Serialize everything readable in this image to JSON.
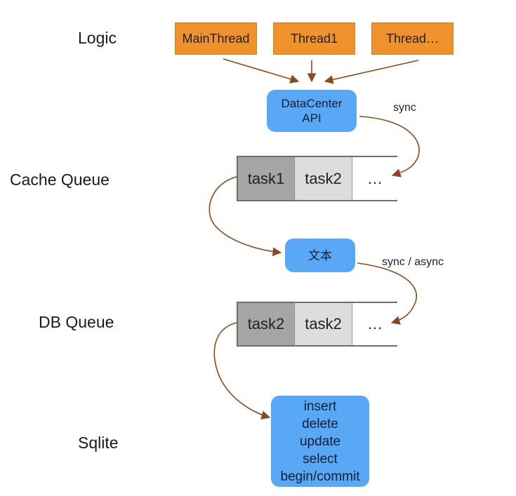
{
  "labels": {
    "logic": "Logic",
    "cache_queue": "Cache Queue",
    "db_queue": "DB Queue",
    "sqlite": "Sqlite"
  },
  "threads": [
    "MainThread",
    "Thread1",
    "Thread…"
  ],
  "datacenter": {
    "line1": "DataCenter",
    "line2": "API"
  },
  "middle_box": "文本",
  "cache_queue_cells": [
    "task1",
    "task2",
    "…"
  ],
  "db_queue_cells": [
    "task2",
    "task2",
    "…"
  ],
  "sqlite_ops": [
    "insert",
    "delete",
    "update",
    "select",
    "begin/commit"
  ],
  "edge_labels": {
    "sync": "sync",
    "sync_async": "sync / async"
  },
  "colors": {
    "thread_box": "#f0922b",
    "blue_box": "#58a8f5",
    "arrow": "#8b4a1c"
  }
}
